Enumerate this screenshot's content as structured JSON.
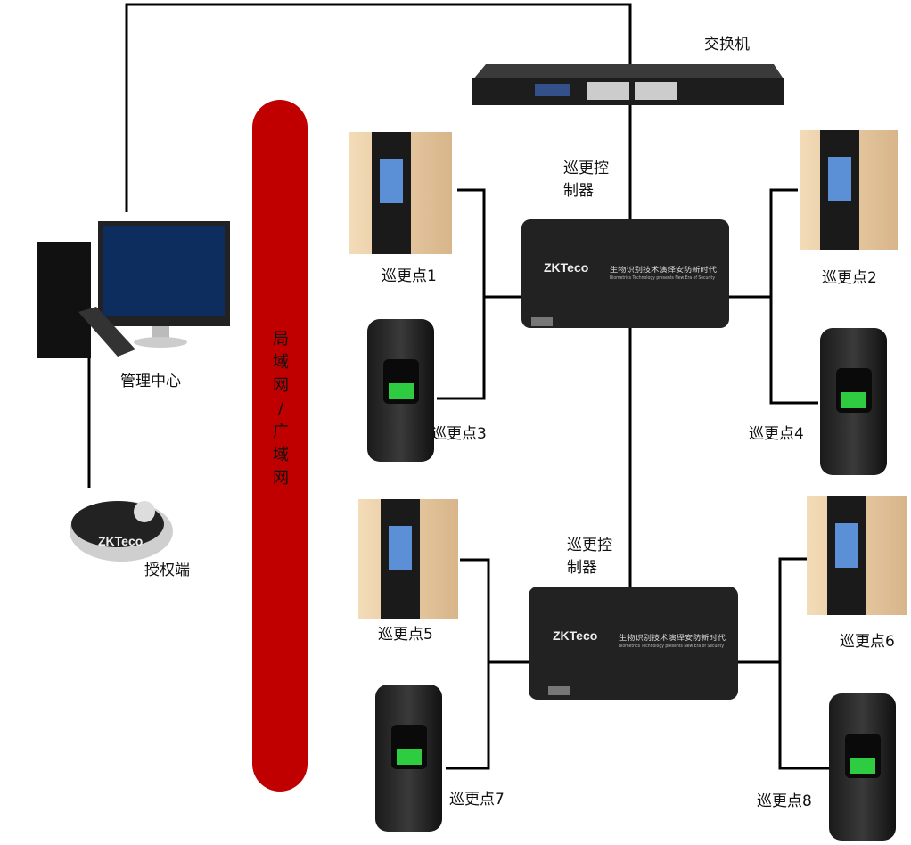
{
  "switch": {
    "label": "交换机"
  },
  "network": {
    "chars": [
      "局",
      "域",
      "网",
      "/",
      "广",
      "域",
      "网"
    ],
    "color": "#c00000"
  },
  "management": {
    "label": "管理中心"
  },
  "authorizer": {
    "label": "授权端",
    "logo": "ZKTeco"
  },
  "controllers": [
    {
      "label_lines": [
        "巡更控",
        "制器"
      ],
      "logo": "ZKTeco",
      "slogan": "生物识别技术演绎安防新时代",
      "slogan_en": "Biometrics Technology presents New Era of Security"
    },
    {
      "label_lines": [
        "巡更控",
        "制器"
      ],
      "logo": "ZKTeco",
      "slogan": "生物识别技术演绎安防新时代",
      "slogan_en": "Biometrics Technology presents New Era of Security"
    }
  ],
  "points": [
    {
      "label": "巡更点1",
      "type": "wall-reader"
    },
    {
      "label": "巡更点2",
      "type": "wall-reader"
    },
    {
      "label": "巡更点3",
      "type": "fingerprint-reader"
    },
    {
      "label": "巡更点4",
      "type": "fingerprint-reader"
    },
    {
      "label": "巡更点5",
      "type": "wall-reader"
    },
    {
      "label": "巡更点6",
      "type": "wall-reader"
    },
    {
      "label": "巡更点7",
      "type": "fingerprint-reader"
    },
    {
      "label": "巡更点8",
      "type": "fingerprint-reader"
    }
  ]
}
